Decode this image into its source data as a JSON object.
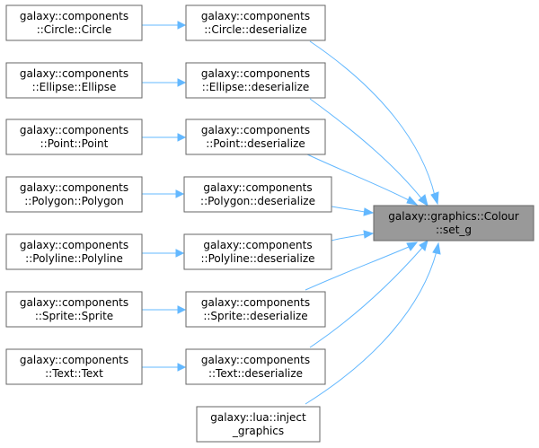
{
  "graph": {
    "target": {
      "line1": "galaxy::graphics::Colour",
      "line2": "::set_g"
    },
    "callers": [
      {
        "line1": "galaxy::components",
        "line2": "::Circle::Circle"
      },
      {
        "line1": "galaxy::components",
        "line2": "::Ellipse::Ellipse"
      },
      {
        "line1": "galaxy::components",
        "line2": "::Point::Point"
      },
      {
        "line1": "galaxy::components",
        "line2": "::Polygon::Polygon"
      },
      {
        "line1": "galaxy::components",
        "line2": "::Polyline::Polyline"
      },
      {
        "line1": "galaxy::components",
        "line2": "::Sprite::Sprite"
      },
      {
        "line1": "galaxy::components",
        "line2": "::Text::Text"
      }
    ],
    "middle": [
      {
        "line1": "galaxy::components",
        "line2": "::Circle::deserialize"
      },
      {
        "line1": "galaxy::components",
        "line2": "::Ellipse::deserialize"
      },
      {
        "line1": "galaxy::components",
        "line2": "::Point::deserialize"
      },
      {
        "line1": "galaxy::components",
        "line2": "::Polygon::deserialize"
      },
      {
        "line1": "galaxy::components",
        "line2": "::Polyline::deserialize"
      },
      {
        "line1": "galaxy::components",
        "line2": "::Sprite::deserialize"
      },
      {
        "line1": "galaxy::components",
        "line2": "::Text::deserialize"
      },
      {
        "line1": "galaxy::lua::inject",
        "line2": "_graphics"
      }
    ]
  },
  "colors": {
    "edge": "#63b8ff",
    "node_border": "#666666",
    "focus_fill": "#999999"
  }
}
